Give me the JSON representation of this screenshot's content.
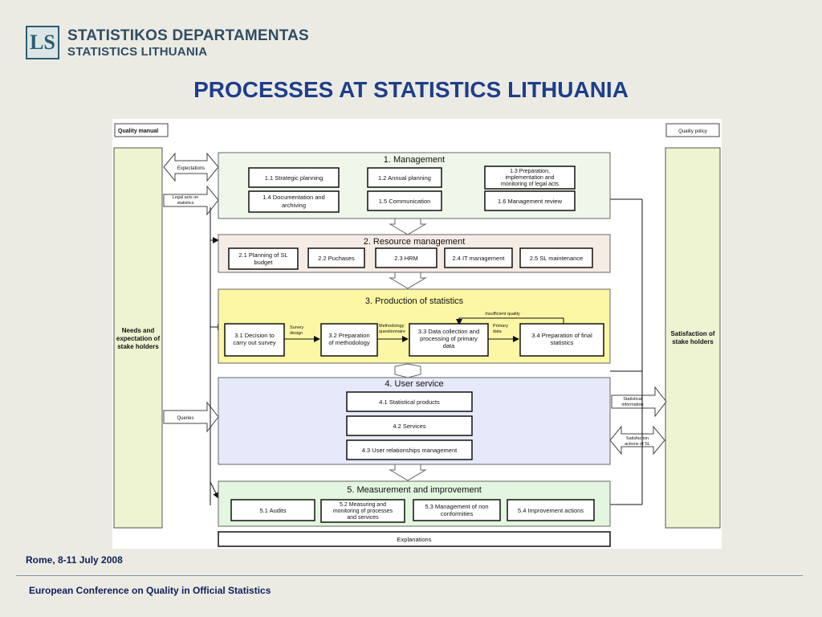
{
  "header": {
    "logo_text": "LS",
    "org_name_lt": "STATISTIKOS DEPARTAMENTAS",
    "org_name_en": "STATISTICS LITHUANIA"
  },
  "title": "PROCESSES AT STATISTICS LITHUANIA",
  "diagram": {
    "quality_manual": "Quality manual",
    "quality_policy": "Quality policy",
    "left_column": [
      "Needs and",
      "expectation of",
      "stake holders"
    ],
    "right_column": [
      "Satisfaction of",
      "stake holders"
    ],
    "arrows_left": {
      "expectations": "Expectations",
      "legal_acts": [
        "Legal acts on",
        "statistics"
      ],
      "queries": "Queries"
    },
    "arrows_right": {
      "statistical_information": [
        "Statistical",
        "information"
      ],
      "satisfaction_actions": [
        "Satisfaction",
        "actions of SL"
      ]
    },
    "sections": {
      "management": {
        "title": "1. Management",
        "items": {
          "s11": [
            "1.1 Strategic planning"
          ],
          "s12": [
            "1.2 Annual planning"
          ],
          "s13": [
            "1.3 Preparation,",
            "implementation and",
            "monitoring of legal acts"
          ],
          "s14": [
            "1.4 Documentation and",
            "archiving"
          ],
          "s15": [
            "1.5 Communication"
          ],
          "s16": [
            "1.6 Management review"
          ]
        }
      },
      "resource": {
        "title": "2. Resource management",
        "items": {
          "s21": [
            "2.1 Planning of SL",
            "budget"
          ],
          "s22": [
            "2.2 Puchases"
          ],
          "s23": [
            "2.3 HRM"
          ],
          "s24": [
            "2.4 IT management"
          ],
          "s25": [
            "2.5 SL maintenance"
          ]
        }
      },
      "production": {
        "title": "3. Production of statistics",
        "insufficient_quality": "Insufficient quality",
        "survey_design": [
          "Survey",
          "design"
        ],
        "methodology_q": [
          "Methodology",
          "questionnaire"
        ],
        "primary_data": [
          "Primary",
          "data"
        ],
        "items": {
          "s31": [
            "3.1 Decision to",
            "carry out survey"
          ],
          "s32": [
            "3.2 Preparation",
            "of methodology"
          ],
          "s33": [
            "3.3 Data collection and",
            "processing of primary",
            "data"
          ],
          "s34": [
            "3.4 Preparation of final",
            "statistics"
          ]
        }
      },
      "user_service": {
        "title": "4. User service",
        "items": {
          "s41": [
            "4.1 Statistical products"
          ],
          "s42": [
            "4.2 Services"
          ],
          "s43": [
            "4.3 User relationships management"
          ]
        }
      },
      "measurement": {
        "title": "5. Measurement and improvement",
        "items": {
          "s51": [
            "5.1 Audits"
          ],
          "s52": [
            "5.2 Measuring and",
            "monitoring of processes",
            "and services"
          ],
          "s53": [
            "5.3 Management of non",
            "conformities"
          ],
          "s54": [
            "5.4 Improvement actions"
          ]
        }
      }
    },
    "explanations": "Explanations"
  },
  "footer": {
    "date": "Rome, 8-11 July 2008",
    "conference": "European Conference on Quality in Official Statistics"
  },
  "colors": {
    "title": "#1d3e8c",
    "management_bg": "#eef7ea",
    "resource_bg": "#f6ece6",
    "production_bg": "#fbf7a5",
    "user_service_bg": "#e6e9f9",
    "measurement_bg": "#e3f6df",
    "side_columns": "#eef3d2"
  }
}
